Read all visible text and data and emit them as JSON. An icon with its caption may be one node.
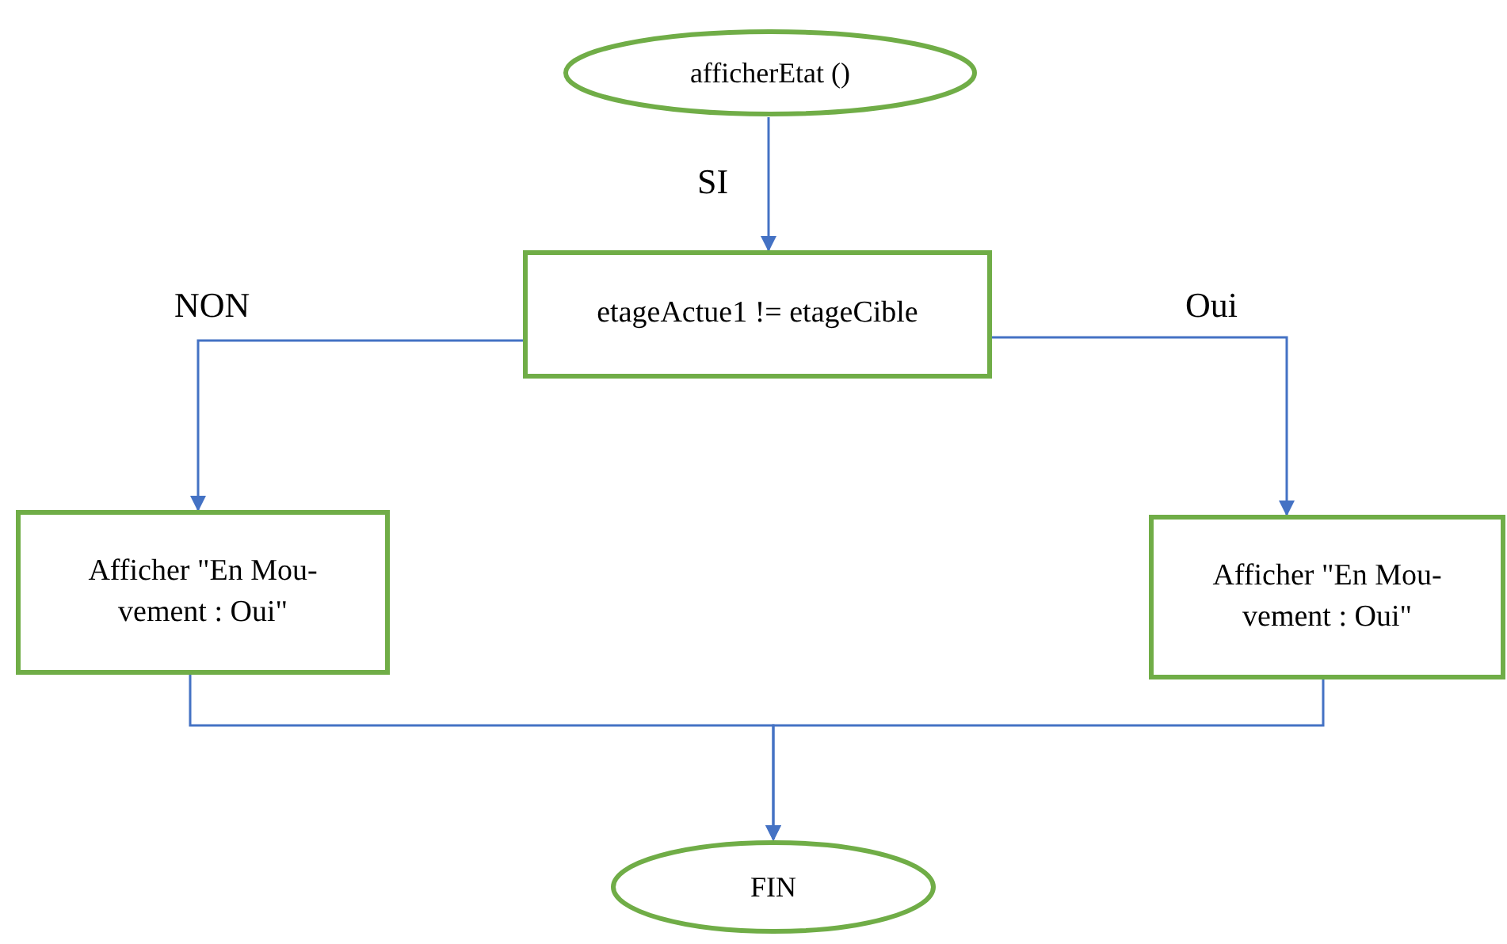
{
  "diagram": {
    "nodes": [
      {
        "text": [
          "afficherEtat ()"
        ]
      },
      {
        "text": [
          "etageActue1 != etageCible"
        ]
      },
      {
        "text": [
          "Afficher \"En Mou- vement : Oui\""
        ]
      },
      {
        "text": [
          "Afficher \"En Mou- vement : Oui\""
        ]
      },
      {
        "text": [
          "FIN"
        ]
      }
    ],
    "edges": [
      {
        "from": 0,
        "to": 1,
        "arrow": "to",
        "label": "SI"
      },
      {
        "from": 1,
        "to": 2,
        "arrow": "to",
        "label": "NON"
      },
      {
        "from": 1,
        "to": 3,
        "arrow": "to",
        "label": "Oui"
      },
      {
        "from": 2,
        "to": 4,
        "arrow": "to"
      },
      {
        "from": 3,
        "to": 4,
        "arrow": "to"
      }
    ]
  }
}
